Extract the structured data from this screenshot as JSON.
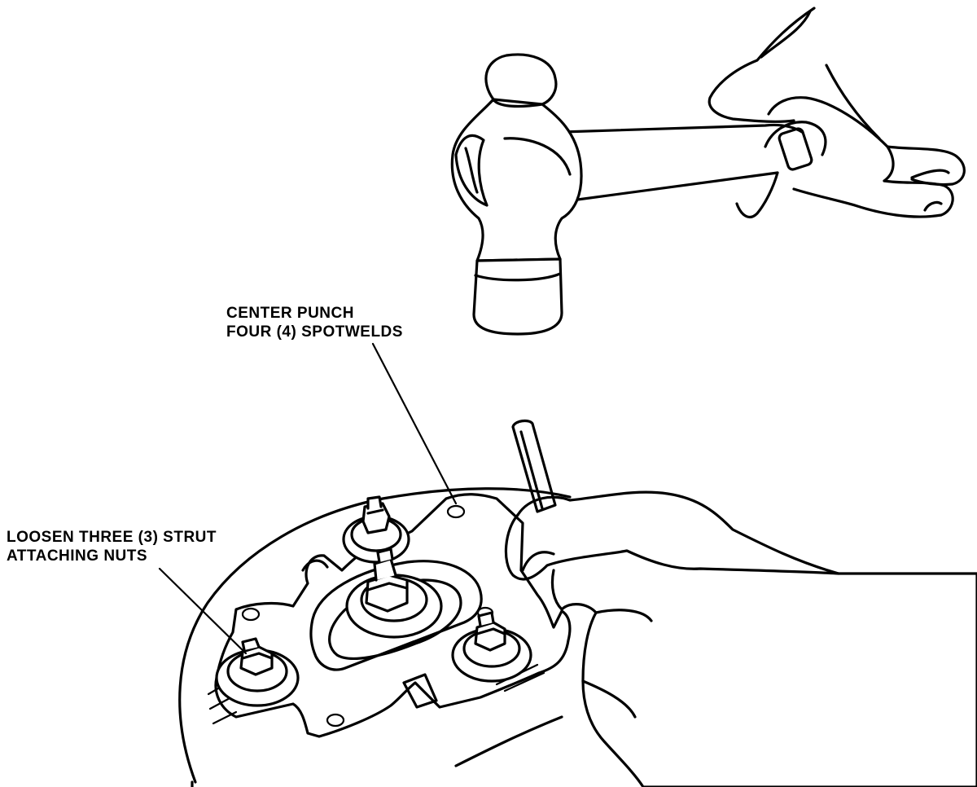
{
  "callouts": {
    "center_punch": {
      "line1": "CENTER PUNCH",
      "line2": "FOUR (4) SPOTWELDS"
    },
    "loosen_nuts": {
      "line1": "LOOSEN THREE (3) STRUT",
      "line2": "ATTACHING NUTS"
    }
  },
  "colors": {
    "ink": "#000000",
    "paper": "#ffffff"
  }
}
